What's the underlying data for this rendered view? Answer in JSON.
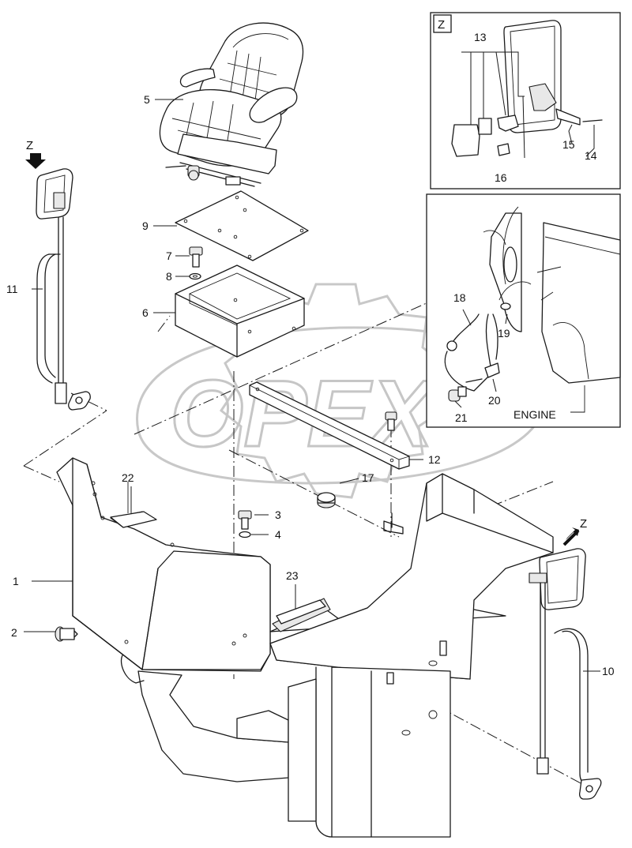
{
  "watermark": {
    "text": "OPEX"
  },
  "insets": {
    "mirror_detail": {
      "label": "Z"
    },
    "engine_detail": {
      "label": "ENGINE"
    }
  },
  "view_markers": {
    "left": "Z",
    "right": "Z"
  },
  "callouts": {
    "p1": "1",
    "p2": "2",
    "p3": "3",
    "p4": "4",
    "p5": "5",
    "p6": "6",
    "p7": "7",
    "p8": "8",
    "p9": "9",
    "p10": "10",
    "p11": "11",
    "p12": "12",
    "p13": "13",
    "p14": "14",
    "p15": "15",
    "p16": "16",
    "p17": "17",
    "p18": "18",
    "p19": "19",
    "p20": "20",
    "p21": "21",
    "p22": "22",
    "p23": "23"
  }
}
